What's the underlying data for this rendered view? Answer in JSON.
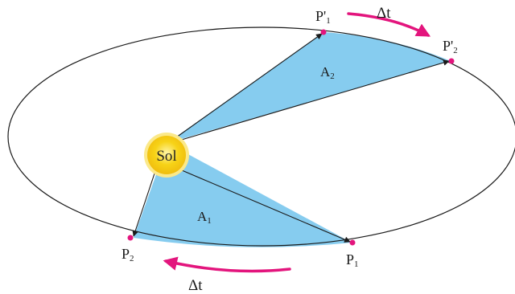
{
  "diagram": {
    "sun": {
      "label": "Sol"
    },
    "points": {
      "p1": {
        "label": "P",
        "sub": "1"
      },
      "p2": {
        "label": "P",
        "sub": "2"
      },
      "p1_prime": {
        "label": "P'",
        "sub": "1"
      },
      "p2_prime": {
        "label": "P'",
        "sub": "2"
      }
    },
    "areas": {
      "a1": {
        "label": "A",
        "sub": "1"
      },
      "a2": {
        "label": "A",
        "sub": "2"
      }
    },
    "time_top": "Δt",
    "time_bottom": "Δt"
  },
  "colors": {
    "area_fill": "#86ccef",
    "orbit_stroke": "#1a1a1a",
    "marker": "#e3157d",
    "arc_arrow": "#e3157d",
    "sun_fill": "#f7d317",
    "sun_halo": "#fbe98a"
  }
}
